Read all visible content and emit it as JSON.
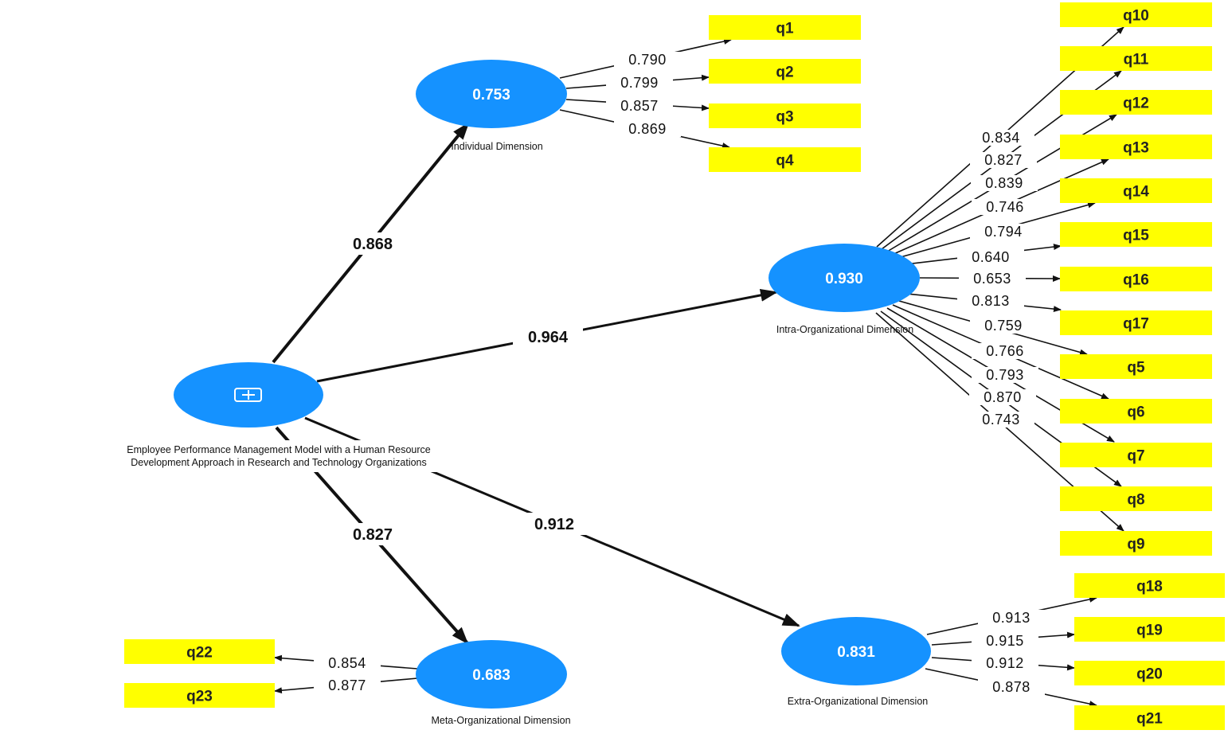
{
  "colors": {
    "node_fill": "#1592ff",
    "indicator_fill": "#ffff00",
    "arrow": "#111111",
    "background": "#ffffff"
  },
  "root": {
    "label_lines": [
      "Employee Performance Management Model with a Human Resource",
      "Development Approach in Research and Technology Organizations"
    ],
    "icon": "expand-plus-icon"
  },
  "dimensions": {
    "individual": {
      "name": "Individual Dimension",
      "r2": "0.753",
      "path": "0.868"
    },
    "intra": {
      "name": "Intra-Organizational Dimension",
      "r2": "0.930",
      "path": "0.964"
    },
    "meta": {
      "name": "Meta-Organizational Dimension",
      "r2": "0.683",
      "path": "0.827"
    },
    "extra": {
      "name": "Extra-Organizational Dimension",
      "r2": "0.831",
      "path": "0.912"
    }
  },
  "indicators": {
    "individual": [
      {
        "name": "q1",
        "loading": "0.790"
      },
      {
        "name": "q2",
        "loading": "0.799"
      },
      {
        "name": "q3",
        "loading": "0.857"
      },
      {
        "name": "q4",
        "loading": "0.869"
      }
    ],
    "intra": [
      {
        "name": "q10",
        "loading": "0.834"
      },
      {
        "name": "q11",
        "loading": "0.827"
      },
      {
        "name": "q12",
        "loading": "0.839"
      },
      {
        "name": "q13",
        "loading": "0.746"
      },
      {
        "name": "q14",
        "loading": "0.794"
      },
      {
        "name": "q15",
        "loading": "0.640"
      },
      {
        "name": "q16",
        "loading": "0.653"
      },
      {
        "name": "q17",
        "loading": "0.813"
      },
      {
        "name": "q5",
        "loading": "0.759"
      },
      {
        "name": "q6",
        "loading": "0.766"
      },
      {
        "name": "q7",
        "loading": "0.793"
      },
      {
        "name": "q8",
        "loading": "0.870"
      },
      {
        "name": "q9",
        "loading": "0.743"
      }
    ],
    "extra": [
      {
        "name": "q18",
        "loading": "0.913"
      },
      {
        "name": "q19",
        "loading": "0.915"
      },
      {
        "name": "q20",
        "loading": "0.912"
      },
      {
        "name": "q21",
        "loading": "0.878"
      }
    ],
    "meta": [
      {
        "name": "q22",
        "loading": "0.854"
      },
      {
        "name": "q23",
        "loading": "0.877"
      }
    ]
  }
}
